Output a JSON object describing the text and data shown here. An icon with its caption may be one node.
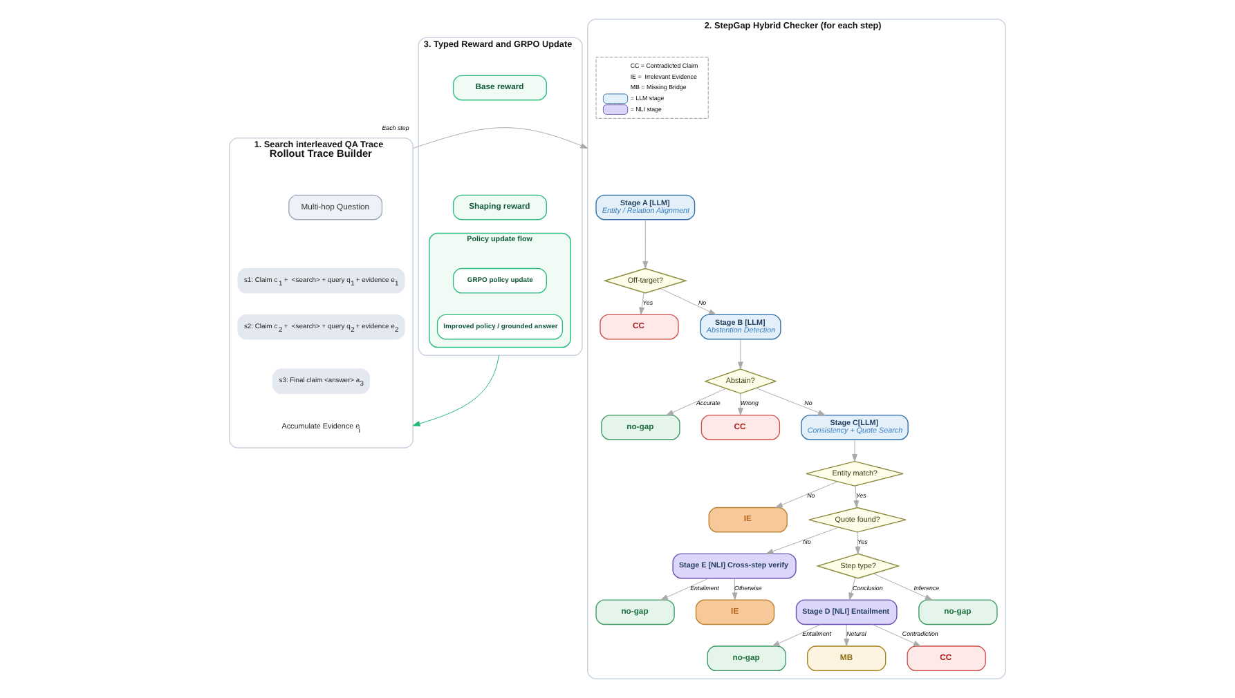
{
  "diagram": {
    "nodes": [
      {
        "text": [
          "1. Search interleaved QA Trace",
          "Rollout Trace Builder"
        ]
      },
      {
        "text": [
          "Multi-hop Question"
        ],
        "in": 0
      },
      {
        "text": [
          "s1: Claim c$_{1}$ +  <search> + query q$_{1}$ + evidence e$_{1}$"
        ],
        "in": 0
      },
      {
        "text": [
          "s2: Claim c$_{2}$ +  <search> + query q$_{2}$ + evidence e$_{2}$"
        ],
        "in": 0
      },
      {
        "text": [
          "s3: Final claim <answer> a$_{3}$"
        ],
        "in": 0
      },
      {
        "text": [
          "Accumulate Evidence e$_{i}$"
        ],
        "in": 0
      },
      {
        "text": [
          "2. StepGap Hybrid Checker (for each step)"
        ]
      },
      {
        "text": [
          "Stage A [LLM]",
          "Entity / Relation Alignment"
        ],
        "in": 6
      },
      {
        "text": [
          "Off-target?"
        ],
        "in": 6
      },
      {
        "text": [
          "CC"
        ],
        "in": 6
      },
      {
        "text": [
          "Stage B [LLM]",
          "Abstention Detection"
        ],
        "in": 6
      },
      {
        "text": [
          "Abstain?"
        ],
        "in": 6
      },
      {
        "text": [
          "no-gap"
        ],
        "in": 6
      },
      {
        "text": [
          "CC"
        ],
        "in": 6
      },
      {
        "text": [
          "Stage C[LLM]",
          "Consistency + Quote Search"
        ],
        "in": 6
      },
      {
        "text": [
          "Entity match?"
        ],
        "in": 6
      },
      {
        "text": [
          "IE"
        ],
        "in": 6
      },
      {
        "text": [
          "Quote found?"
        ],
        "in": 6
      },
      {
        "text": [
          "Stage E [NLI] Cross-step verify"
        ],
        "in": 6
      },
      {
        "text": [
          "Step type?"
        ],
        "in": 6
      },
      {
        "text": [
          "no-gap"
        ],
        "in": 6
      },
      {
        "text": [
          "IE"
        ],
        "in": 6
      },
      {
        "text": [
          "Stage D [NLI] Entailment"
        ],
        "in": 6
      },
      {
        "text": [
          "no-gap"
        ],
        "in": 6
      },
      {
        "text": [
          "no-gap"
        ],
        "in": 6
      },
      {
        "text": [
          "MB"
        ],
        "in": 6
      },
      {
        "text": [
          "CC"
        ],
        "in": 6
      },
      {
        "text": [
          "3. Typed Reward and GRPO Update"
        ]
      },
      {
        "text": [
          "Base reward"
        ],
        "in": 27
      },
      {
        "text": [
          "Shaping reward"
        ],
        "in": 27
      },
      {
        "text": [
          "Policy update flow"
        ],
        "in": 27
      },
      {
        "text": [
          "GRPO policy update"
        ],
        "in": 30
      },
      {
        "text": [
          "Improved policy / grounded answer"
        ],
        "in": 30
      }
    ],
    "edges": [
      {
        "from": 0,
        "to": 6,
        "arrow": "to",
        "label": "Each step"
      },
      {
        "from": 7,
        "to": 8,
        "arrow": "to"
      },
      {
        "from": 8,
        "to": 9,
        "arrow": "to",
        "label": "Yes"
      },
      {
        "from": 8,
        "to": 10,
        "arrow": "to",
        "label": "No"
      },
      {
        "from": 10,
        "to": 11,
        "arrow": "to"
      },
      {
        "from": 11,
        "to": 12,
        "arrow": "to",
        "label": "Accurate"
      },
      {
        "from": 11,
        "to": 13,
        "arrow": "to",
        "label": "Wrong"
      },
      {
        "from": 11,
        "to": 14,
        "arrow": "to",
        "label": "No"
      },
      {
        "from": 14,
        "to": 15,
        "arrow": "to"
      },
      {
        "from": 15,
        "to": 16,
        "arrow": "to",
        "label": "No"
      },
      {
        "from": 15,
        "to": 17,
        "arrow": "to",
        "label": "Yes"
      },
      {
        "from": 17,
        "to": 18,
        "arrow": "to",
        "label": "No"
      },
      {
        "from": 17,
        "to": 19,
        "arrow": "to",
        "label": "Yes"
      },
      {
        "from": 18,
        "to": 20,
        "arrow": "to",
        "label": "Entailment"
      },
      {
        "from": 18,
        "to": 21,
        "arrow": "to",
        "label": "Otherwise"
      },
      {
        "from": 19,
        "to": 22,
        "arrow": "to",
        "label": "Conclusion"
      },
      {
        "from": 19,
        "to": 23,
        "arrow": "to",
        "label": "Inference"
      },
      {
        "from": 22,
        "to": 24,
        "arrow": "to",
        "label": "Entailment"
      },
      {
        "from": 22,
        "to": 25,
        "arrow": "to",
        "label": "Netural"
      },
      {
        "from": 22,
        "to": 26,
        "arrow": "to",
        "label": "Contradiction"
      },
      {
        "from": 27,
        "to": 0,
        "arrow": "to",
        "color": "#22b87a"
      }
    ],
    "legend": [
      {
        "text": "CC = Contradicted Claim"
      },
      {
        "text": "IE =  Irrelevant Evidence"
      },
      {
        "text": "MB = Missing Bridge"
      },
      {
        "text": "= LLM stage"
      },
      {
        "text": "= NLI stage"
      }
    ]
  }
}
